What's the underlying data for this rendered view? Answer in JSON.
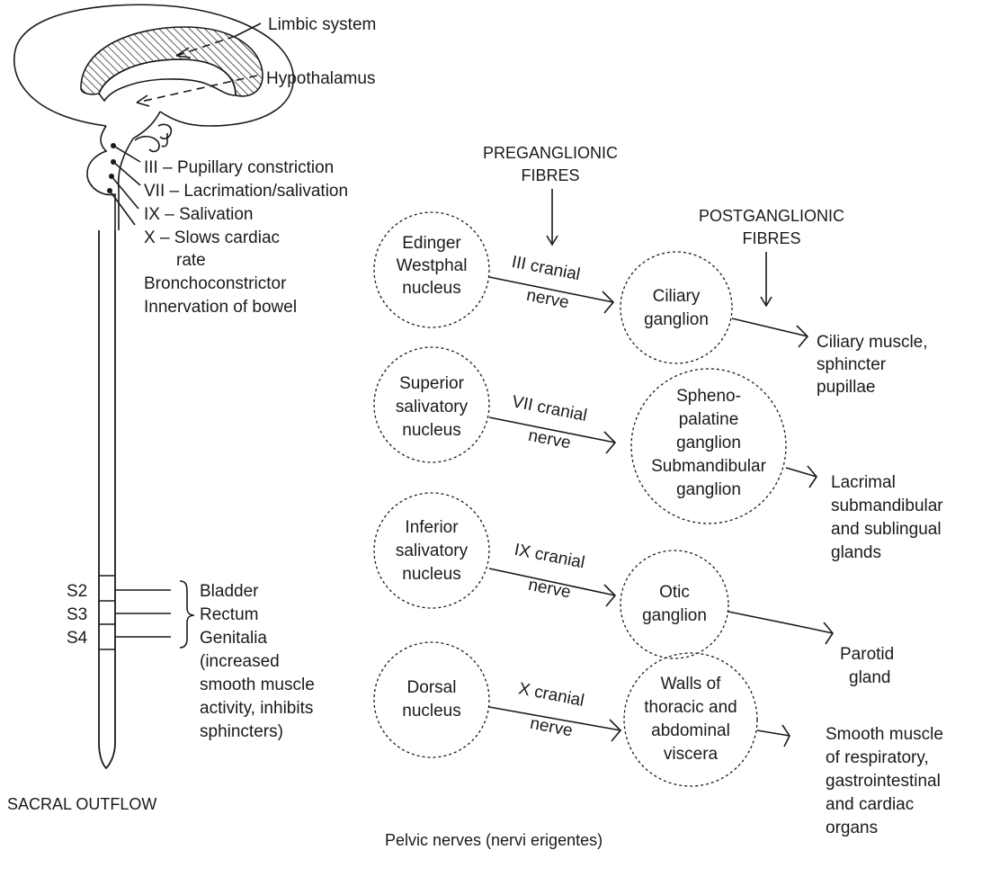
{
  "left": {
    "limbic_label": "Limbic system",
    "hypothalamus_label": "Hypothalamus",
    "cranial_effects": [
      "III – Pupillary constriction",
      "VII – Lacrimation/salivation",
      "IX – Salivation",
      "X – Slows cardiac",
      "rate",
      "Bronchoconstrictor",
      "Innervation of bowel"
    ],
    "sacral_segments": [
      "S2",
      "S3",
      "S4"
    ],
    "sacral_effects": [
      "Bladder",
      "Rectum",
      "Genitalia",
      "(increased",
      "smooth muscle",
      "activity, inhibits",
      "sphincters)"
    ],
    "sacral_outflow_label": "SACRAL OUTFLOW"
  },
  "headings": {
    "preganglionic": [
      "PREGANGLIONIC",
      "FIBRES"
    ],
    "postganglionic": [
      "POSTGANGLIONIC",
      "FIBRES"
    ]
  },
  "pathways": [
    {
      "nucleus": [
        "Edinger",
        "Westphal",
        "nucleus"
      ],
      "nerve": [
        "III cranial",
        "nerve"
      ],
      "ganglion": [
        "Ciliary",
        "ganglion"
      ],
      "target": [
        "Ciliary muscle,",
        "sphincter",
        "pupillae"
      ]
    },
    {
      "nucleus": [
        "Superior",
        "salivatory",
        "nucleus"
      ],
      "nerve": [
        "VII cranial",
        "nerve"
      ],
      "ganglion": [
        "Spheno-",
        "palatine",
        "ganglion",
        "Submandibular",
        "ganglion"
      ],
      "target": [
        "Lacrimal",
        "submandibular",
        "and sublingual",
        "glands"
      ]
    },
    {
      "nucleus": [
        "Inferior",
        "salivatory",
        "nucleus"
      ],
      "nerve": [
        "IX cranial",
        "nerve"
      ],
      "ganglion": [
        "Otic",
        "ganglion"
      ],
      "target": [
        "Parotid",
        "gland"
      ]
    },
    {
      "nucleus": [
        "Dorsal",
        "nucleus"
      ],
      "nerve": [
        "X cranial",
        "nerve"
      ],
      "ganglion": [
        "Walls of",
        "thoracic and",
        "abdominal",
        "viscera"
      ],
      "target": [
        "Smooth muscle",
        "of respiratory,",
        "gastrointestinal",
        "and cardiac",
        "organs"
      ]
    }
  ],
  "bottom_caption": "Pelvic nerves (nervi erigentes)"
}
